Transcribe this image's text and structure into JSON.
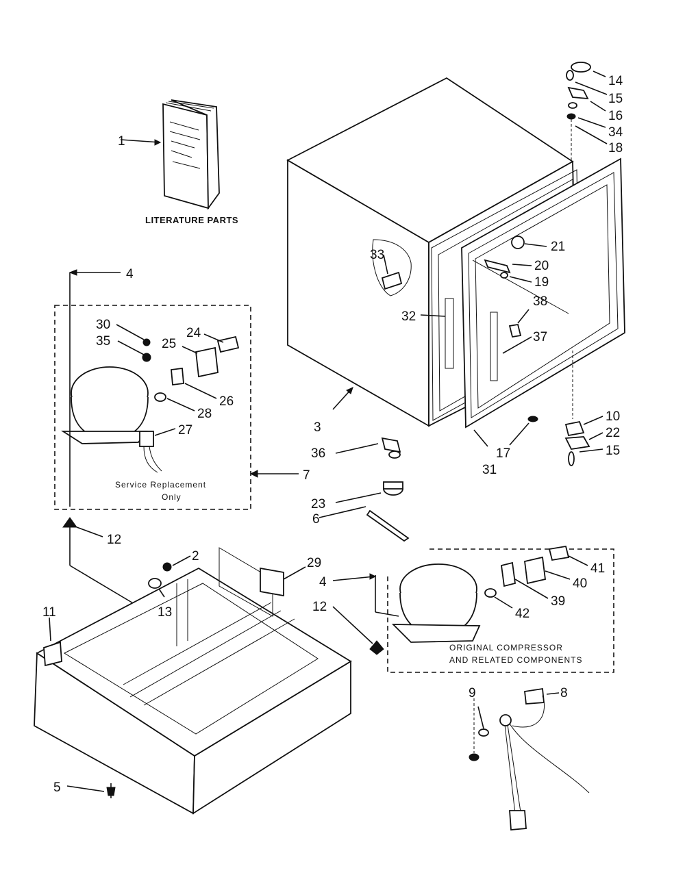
{
  "captions": {
    "literature": "LITERATURE PARTS",
    "service_line1": "Service Replacement",
    "service_line2": "Only",
    "original_line1": "ORIGINAL COMPRESSOR",
    "original_line2": "AND RELATED COMPONENTS"
  },
  "callouts": [
    {
      "id": "c1",
      "label": "1"
    },
    {
      "id": "c14",
      "label": "14"
    },
    {
      "id": "c15a",
      "label": "15"
    },
    {
      "id": "c16",
      "label": "16"
    },
    {
      "id": "c34",
      "label": "34"
    },
    {
      "id": "c18",
      "label": "18"
    },
    {
      "id": "c21",
      "label": "21"
    },
    {
      "id": "c20",
      "label": "20"
    },
    {
      "id": "c19",
      "label": "19"
    },
    {
      "id": "c38",
      "label": "38"
    },
    {
      "id": "c37",
      "label": "37"
    },
    {
      "id": "c33",
      "label": "33"
    },
    {
      "id": "c32",
      "label": "32"
    },
    {
      "id": "c3",
      "label": "3"
    },
    {
      "id": "c31",
      "label": "31"
    },
    {
      "id": "c17",
      "label": "17"
    },
    {
      "id": "c10",
      "label": "10"
    },
    {
      "id": "c22",
      "label": "22"
    },
    {
      "id": "c15b",
      "label": "15"
    },
    {
      "id": "c4a",
      "label": "4"
    },
    {
      "id": "c30",
      "label": "30"
    },
    {
      "id": "c35",
      "label": "35"
    },
    {
      "id": "c24",
      "label": "24"
    },
    {
      "id": "c25",
      "label": "25"
    },
    {
      "id": "c26",
      "label": "26"
    },
    {
      "id": "c28",
      "label": "28"
    },
    {
      "id": "c27",
      "label": "27"
    },
    {
      "id": "c7",
      "label": "7"
    },
    {
      "id": "c36",
      "label": "36"
    },
    {
      "id": "c23",
      "label": "23"
    },
    {
      "id": "c6",
      "label": "6"
    },
    {
      "id": "c12a",
      "label": "12"
    },
    {
      "id": "c2",
      "label": "2"
    },
    {
      "id": "c29",
      "label": "29"
    },
    {
      "id": "c13",
      "label": "13"
    },
    {
      "id": "c4b",
      "label": "4"
    },
    {
      "id": "c12b",
      "label": "12"
    },
    {
      "id": "c41",
      "label": "41"
    },
    {
      "id": "c40",
      "label": "40"
    },
    {
      "id": "c39",
      "label": "39"
    },
    {
      "id": "c42",
      "label": "42"
    },
    {
      "id": "c11",
      "label": "11"
    },
    {
      "id": "c9",
      "label": "9"
    },
    {
      "id": "c8",
      "label": "8"
    },
    {
      "id": "c5",
      "label": "5"
    }
  ]
}
